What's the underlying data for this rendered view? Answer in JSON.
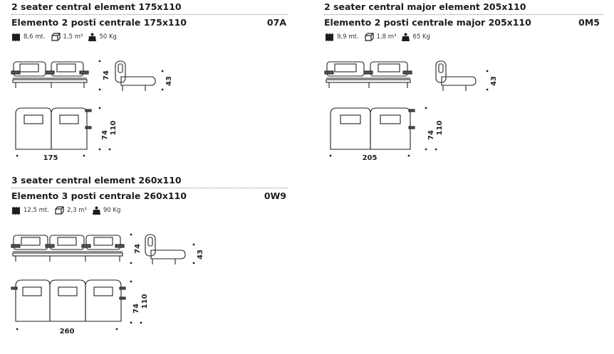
{
  "products": [
    {
      "title_en": "2 seater central element 175x110",
      "title_it": "Elemento 2 posti centrale 175x110",
      "code": "07A",
      "fabric": "8,6 mt.",
      "volume": "1,5 m³",
      "weight": "50 Kg",
      "seat_height": "43",
      "back_height": "74",
      "depth": "110",
      "width": "175"
    },
    {
      "title_en": "2 seater central major element 205x110",
      "title_it": "Elemento 2 posti centrale major 205x110",
      "code": "0M5",
      "fabric": "9,9 mt.",
      "volume": "1,8 m³",
      "weight": "65 Kg",
      "seat_height": "43",
      "back_height": "74",
      "depth": "110",
      "width": "205"
    },
    {
      "title_en": "3 seater central element 260x110",
      "title_it": "Elemento 3 posti centrale 260x110",
      "code": "0W9",
      "fabric": "12,5 mt.",
      "volume": "2,3 m³",
      "weight": "90 Kg",
      "seat_height": "43",
      "back_height": "74",
      "depth": "110",
      "width": "260"
    }
  ],
  "icons": {
    "fabric": "fabric-swatch-icon",
    "volume": "package-box-icon",
    "weight": "weight-icon"
  }
}
